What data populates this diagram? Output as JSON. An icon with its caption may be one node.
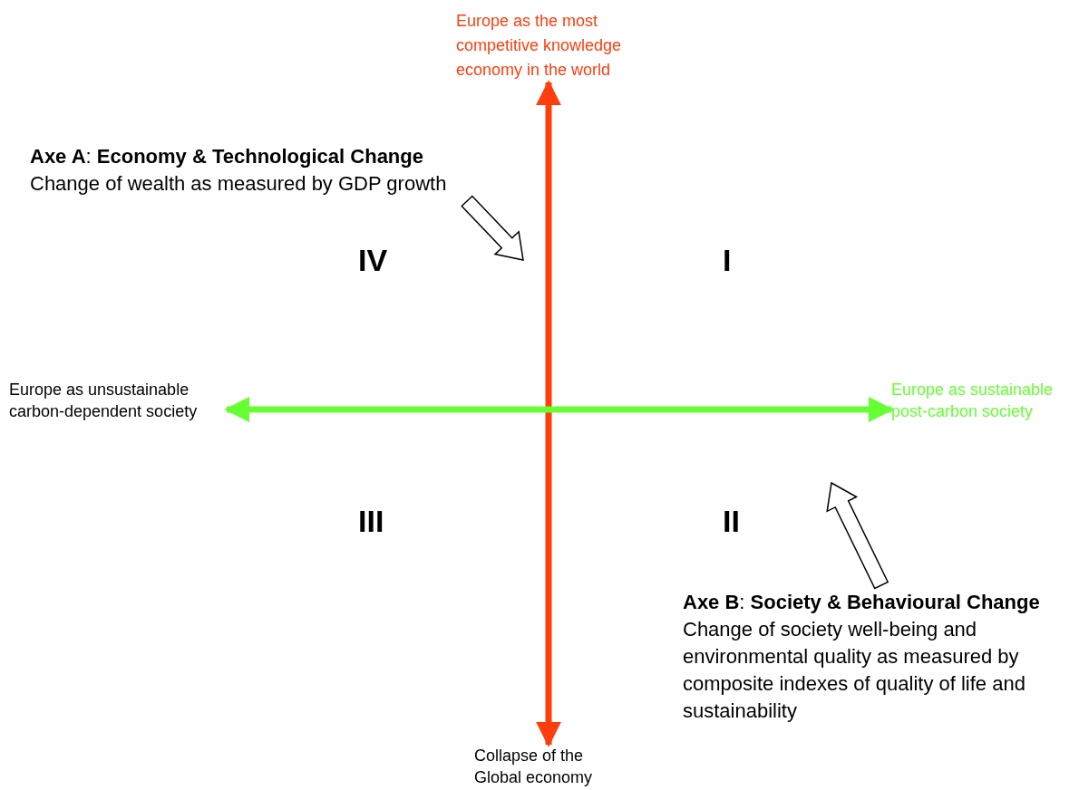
{
  "diagram": {
    "nodes": [
      {
        "text": [
          "Europe as the most competitive knowledge economy in the world"
        ]
      },
      {
        "text": [
          "Europe as unsustainable carbon-dependent society"
        ]
      },
      {
        "text": [
          "Europe as sustainable post-carbon society"
        ]
      },
      {
        "text": [
          "Collapse of the Global economy"
        ]
      },
      {
        "text": [
          "**Axe A**: **Economy & Technological Change**",
          "Change of wealth as measured by GDP growth"
        ]
      },
      {
        "text": [
          "**Axe B**: **Society & Behavioural Change**",
          "Change of society well-being and environmental quality as measured by composite indexes of quality of life and sustainability"
        ]
      }
    ],
    "edges": [
      {
        "from": 0,
        "to": 3,
        "arrow": "both",
        "color": "#ff3d0d"
      },
      {
        "from": 1,
        "to": 2,
        "arrow": "both",
        "color": "#66ff33"
      },
      {
        "from": 4,
        "to": null,
        "arrow": "to"
      },
      {
        "from": 5,
        "to": null,
        "arrow": "to"
      }
    ],
    "labels": [
      "IV",
      "I",
      "III",
      "II"
    ]
  }
}
